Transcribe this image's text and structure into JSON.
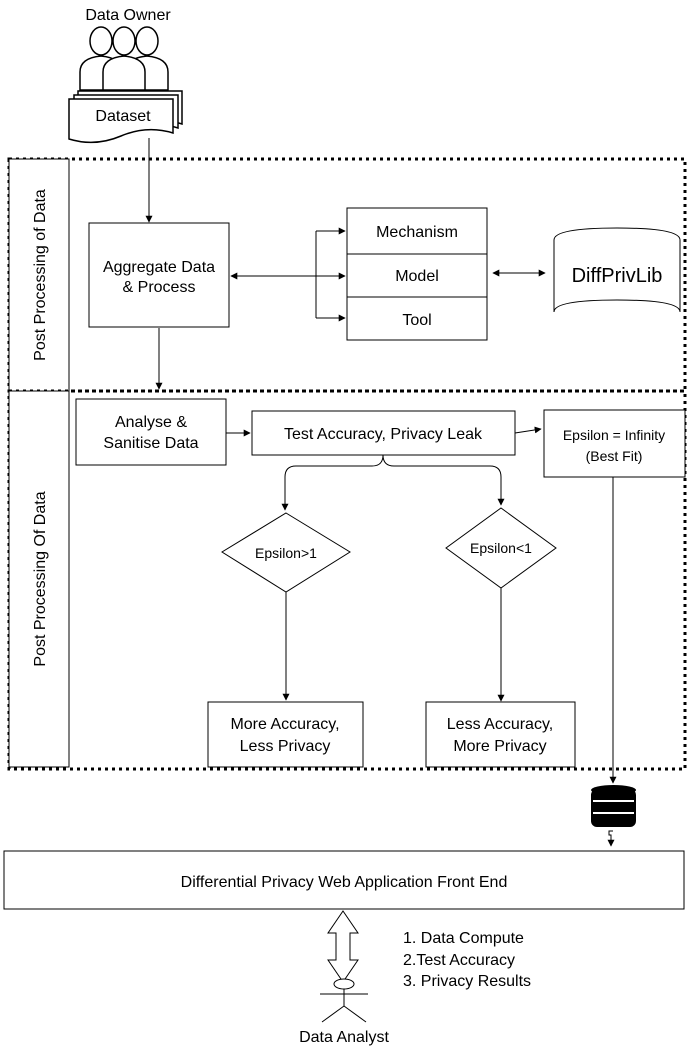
{
  "actors": {
    "data_owner": "Data Owner",
    "data_analyst": "Data Analyst"
  },
  "dataset": "Dataset",
  "sections": {
    "top_label": "Post Processing of Data",
    "bottom_label": "Post Processing Of Data"
  },
  "top": {
    "aggregate_line1": "Aggregate Data",
    "aggregate_line2": "& Process",
    "mechanism": "Mechanism",
    "model": "Model",
    "tool": "Tool",
    "library": "DiffPrivLib"
  },
  "bottom": {
    "analyse_line1": "Analyse &",
    "analyse_line2": "Sanitise Data",
    "test": "Test Accuracy, Privacy Leak",
    "epsilon_inf_line1": "Epsilon = Infinity",
    "epsilon_inf_line2": "(Best Fit)",
    "decision_gt": "Epsilon>1",
    "decision_lt": "Epsilon<1",
    "result_more_acc_line1": "More Accuracy,",
    "result_more_acc_line2": "Less Privacy",
    "result_less_acc_line1": "Less Accuracy,",
    "result_less_acc_line2": "More Privacy"
  },
  "frontend": "Differential Privacy Web Application Front End",
  "analyst_tasks": [
    "1. Data Compute",
    "2.Test Accuracy",
    "3. Privacy Results"
  ]
}
